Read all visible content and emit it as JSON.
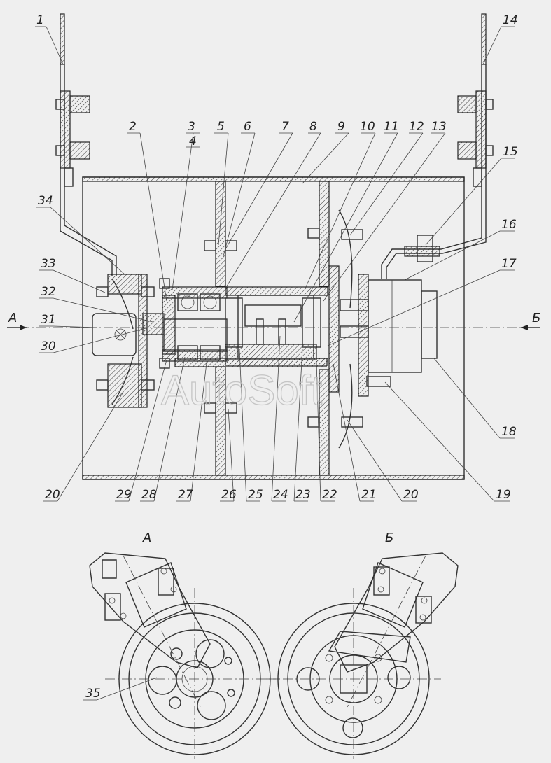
{
  "callouts": {
    "c1": "1",
    "c2": "2",
    "c3": "3",
    "c4": "4",
    "c5": "5",
    "c6": "6",
    "c7": "7",
    "c8": "8",
    "c9": "9",
    "c10": "10",
    "c11": "11",
    "c12": "12",
    "c13": "13",
    "c14": "14",
    "c15": "15",
    "c16": "16",
    "c17": "17",
    "c18": "18",
    "c19": "19",
    "c20a": "20",
    "c20b": "20",
    "c21": "21",
    "c22": "22",
    "c23": "23",
    "c24": "24",
    "c25": "25",
    "c26": "26",
    "c27": "27",
    "c28": "28",
    "c29": "29",
    "c30": "30",
    "c31": "31",
    "c32": "32",
    "c33": "33",
    "c34": "34",
    "c35": "35"
  },
  "views": {
    "arrow_a": "А",
    "arrow_b": "Б",
    "view_a": "А",
    "view_b": "Б"
  },
  "watermark": "AutoSoft"
}
